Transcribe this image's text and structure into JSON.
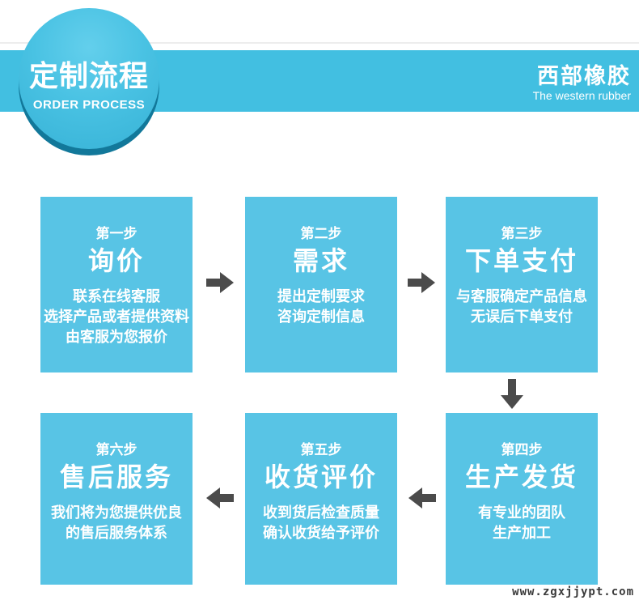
{
  "header": {
    "badge_title": "定制流程",
    "badge_subtitle": "ORDER PROCESS",
    "brand_title": "西部橡胶",
    "brand_subtitle": "The western rubber"
  },
  "steps": [
    {
      "step": "第一步",
      "title": "询价",
      "desc": "联系在线客服\n选择产品或者提供资料\n由客服为您报价"
    },
    {
      "step": "第二步",
      "title": "需求",
      "desc": "提出定制要求\n咨询定制信息"
    },
    {
      "step": "第三步",
      "title": "下单支付",
      "desc": "与客服确定产品信息\n无误后下单支付"
    },
    {
      "step": "第四步",
      "title": "生产发货",
      "desc": "有专业的团队\n生产加工"
    },
    {
      "step": "第五步",
      "title": "收货评价",
      "desc": "收到货后检查质量\n确认收货给予评价"
    },
    {
      "step": "第六步",
      "title": "售后服务",
      "desc": "我们将为您提供优良\n的售后服务体系"
    }
  ],
  "footer": {
    "website": "www.zgxjjypt.com"
  },
  "colors": {
    "ribbon": "#42bfe1",
    "box": "#58c4e5",
    "badge_shadow": "#12789a",
    "arrow": "#4b4b4b",
    "text": "#ffffff"
  }
}
